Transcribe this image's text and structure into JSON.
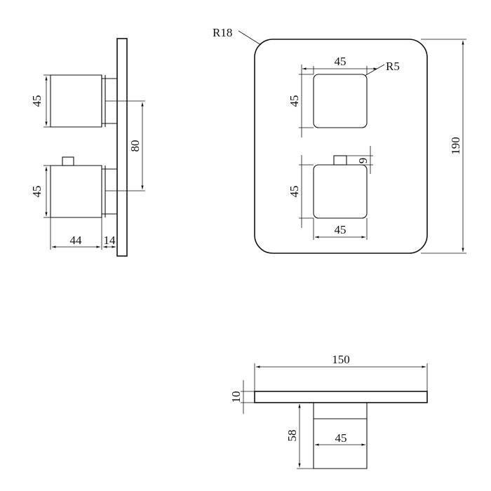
{
  "side_view": {
    "knob_top_height": "45",
    "knob_bottom_height": "45",
    "knob_spacing": "80",
    "knob_depth": "44",
    "plate_thickness": "14"
  },
  "front_view": {
    "corner_radius": "R18",
    "knob_corner_radius": "R5",
    "top_knob_width": "45",
    "top_knob_height": "45",
    "bottom_knob_height": "45",
    "bottom_knob_width": "45",
    "stem_height": "9",
    "overall_height": "190"
  },
  "top_view": {
    "plate_width": "150",
    "plate_thickness": "10",
    "knob_depth": "58",
    "knob_width": "45"
  }
}
